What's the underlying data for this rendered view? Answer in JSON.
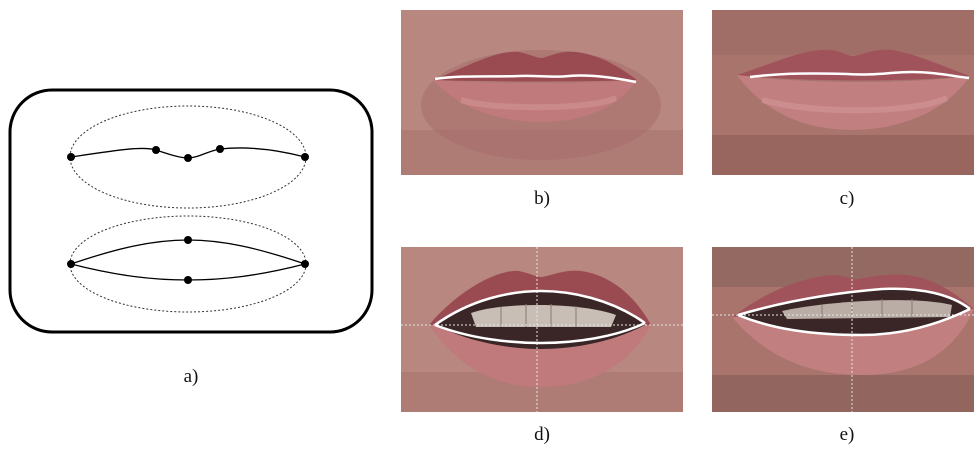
{
  "captions": {
    "a": "a)",
    "b": "b)",
    "c": "c)",
    "d": "d)",
    "e": "e)"
  },
  "colors": {
    "skin": "#b98780",
    "lip": "#a85a5e",
    "lip_dark": "#7a3438",
    "mouth_interior": "#3a2626",
    "teeth": "#d9cfc6",
    "contour": "#ffffff",
    "guide_line": "#e6e6e6"
  },
  "diagram": {
    "model_parts": [
      "outer-lip-ellipse",
      "inner-lip-ellipse"
    ]
  }
}
